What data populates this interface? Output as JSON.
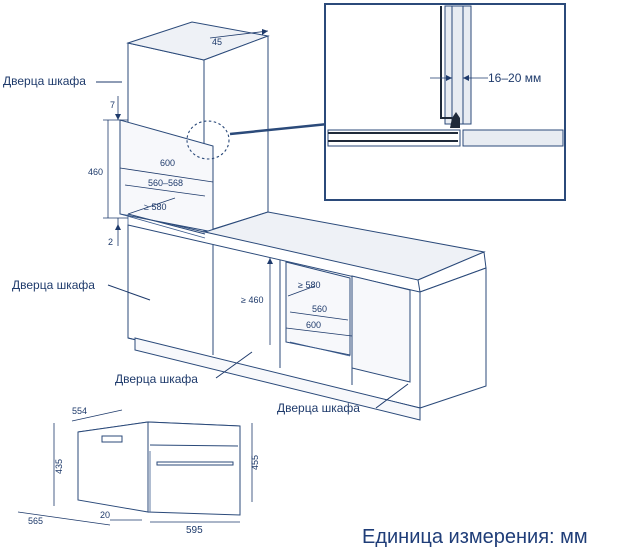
{
  "labels": {
    "cabinet_door_1": "Дверца шкафа",
    "cabinet_door_2": "Дверца шкафа",
    "cabinet_door_3": "Дверца шкафа",
    "cabinet_door_4": "Дверца шкафа",
    "gap": "16–20 мм",
    "units": "Единица измерения: мм"
  },
  "dimensions": {
    "tall_top_depth": "45",
    "tall_top_gap": "7",
    "tall_height": "460",
    "tall_width_outer": "600",
    "tall_width_inner": "560–568",
    "tall_depth": "≥ 580",
    "tall_bottom_gap": "2",
    "under_height": "≥ 460",
    "under_depth": "≥ 580",
    "under_width_inner": "560",
    "under_width_outer": "600",
    "oven_width_top": "554",
    "oven_height_side": "435",
    "oven_height_front": "455",
    "oven_depth": "565",
    "oven_door": "20",
    "oven_width_front": "595"
  },
  "colors": {
    "line": "#2b4a7a",
    "text": "#1e3a6b"
  }
}
